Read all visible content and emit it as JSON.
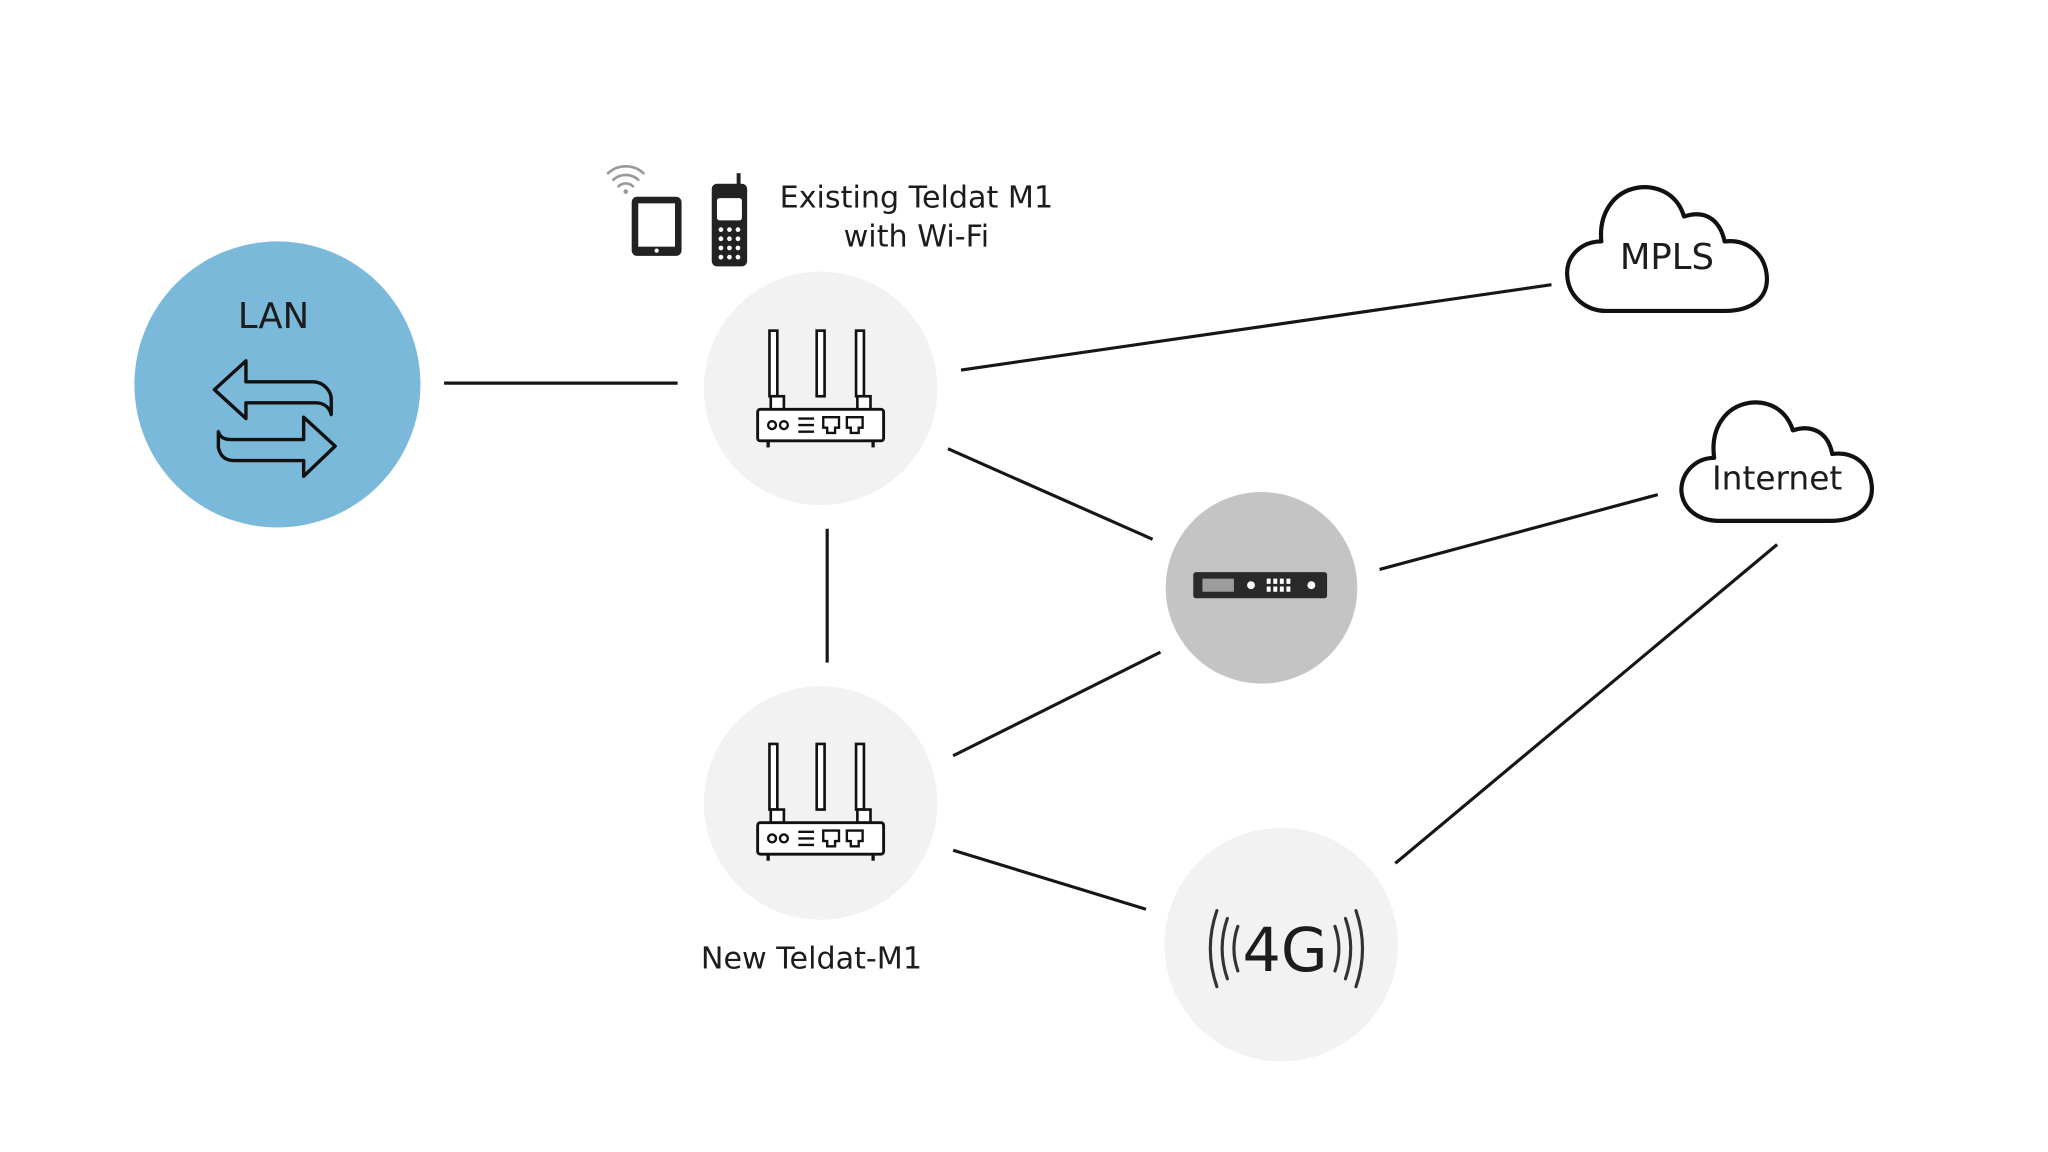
{
  "nodes": {
    "lan": {
      "label": "LAN",
      "icon": "exchange-arrows-icon",
      "color": "#7ab9da"
    },
    "existing_router": {
      "label_line1": "Existing Teldat M1",
      "label_line2": "with Wi-Fi",
      "icon": "wifi-router-icon",
      "color": "#f2f2f2"
    },
    "new_router": {
      "label": "New Teldat-M1",
      "icon": "wifi-router-icon",
      "color": "#f2f2f2"
    },
    "switch": {
      "icon": "network-switch-icon",
      "color": "#c4c4c4"
    },
    "lte": {
      "label": "4G",
      "icon": "signal-waves-icon",
      "color": "#f2f2f2"
    },
    "mpls": {
      "label": "MPLS",
      "icon": "cloud-icon"
    },
    "internet": {
      "label": "Internet",
      "icon": "cloud-icon"
    },
    "devices": {
      "icons": [
        "wifi-icon",
        "tablet-icon",
        "mobile-phone-icon"
      ]
    }
  },
  "links": [
    [
      "lan",
      "existing_router"
    ],
    [
      "existing_router",
      "mpls"
    ],
    [
      "existing_router",
      "switch"
    ],
    [
      "existing_router",
      "new_router"
    ],
    [
      "switch",
      "internet"
    ],
    [
      "new_router",
      "switch"
    ],
    [
      "new_router",
      "lte"
    ],
    [
      "lte",
      "internet"
    ]
  ]
}
